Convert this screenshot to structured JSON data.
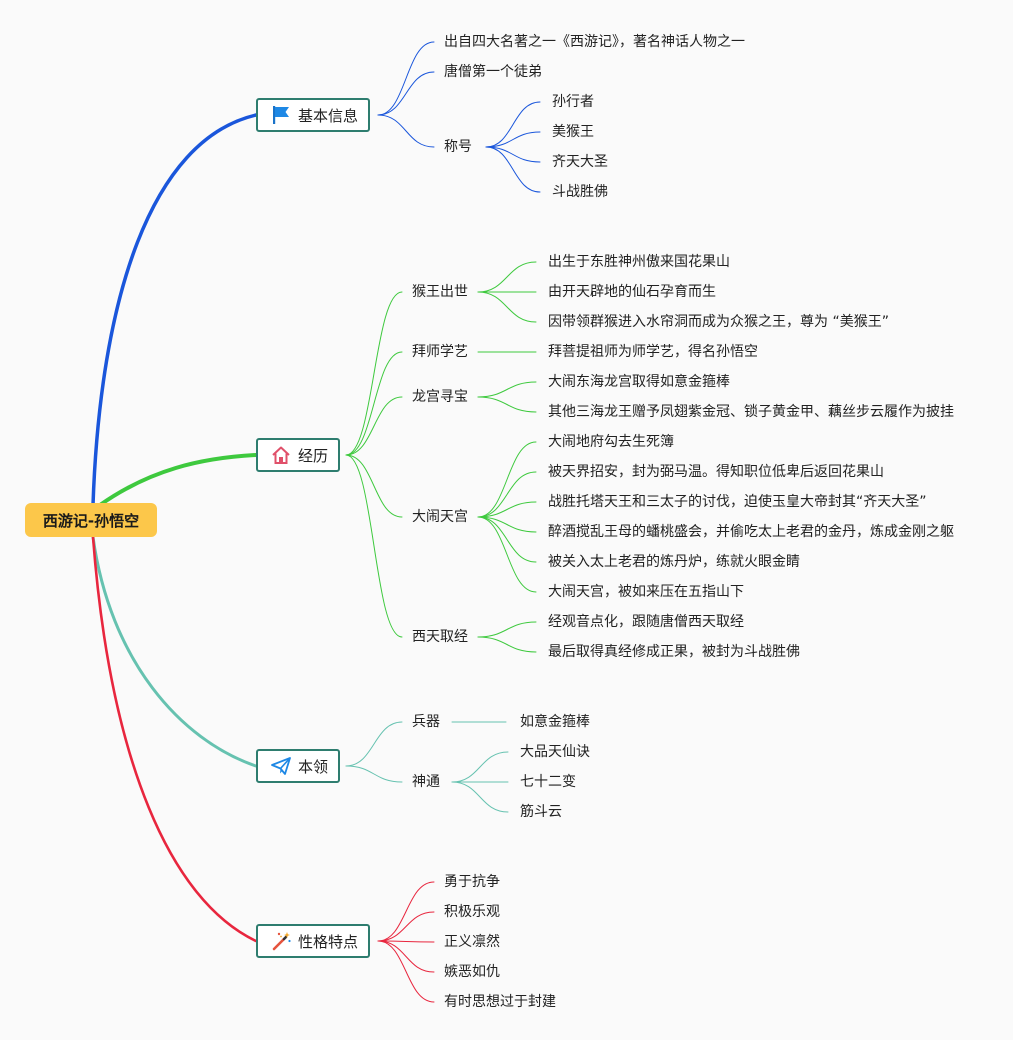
{
  "root": {
    "label": "西游记-孙悟空"
  },
  "colors": {
    "basic": "#1a56db",
    "exp": "#3ec93e",
    "skill": "#66c2b0",
    "trait": "#e8263e",
    "node_border": "#2e7d6f",
    "root_fill": "#fcc74a"
  },
  "branches": {
    "basic": {
      "label": "基本信息",
      "icon": "flag-icon",
      "items": {
        "origin": "出自四大名著之一《西游记》，著名神话人物之一",
        "disciple": "唐僧第一个徒弟",
        "titles": {
          "label": "称号",
          "items": [
            "孙行者",
            "美猴王",
            "齐天大圣",
            "斗战胜佛"
          ]
        }
      }
    },
    "exp": {
      "label": "经历",
      "icon": "house-icon",
      "groups": [
        {
          "label": "猴王出世",
          "items": [
            "出生于东胜神州傲来国花果山",
            "由开天辟地的仙石孕育而生",
            "因带领群猴进入水帘洞而成为众猴之王，尊为 “美猴王”"
          ]
        },
        {
          "label": "拜师学艺",
          "items": [
            "拜菩提祖师为师学艺，得名孙悟空"
          ]
        },
        {
          "label": "龙宫寻宝",
          "items": [
            "大闹东海龙宫取得如意金箍棒",
            "其他三海龙王赠予凤翅紫金冠、锁子黄金甲、藕丝步云履作为披挂"
          ]
        },
        {
          "label": "大闹天宫",
          "items": [
            "大闹地府勾去生死簿",
            "被天界招安，封为弼马温。得知职位低卑后返回花果山",
            "战胜托塔天王和三太子的讨伐，迫使玉皇大帝封其“齐天大圣”",
            "醉酒搅乱王母的蟠桃盛会，并偷吃太上老君的金丹，炼成金刚之躯",
            "被关入太上老君的炼丹炉，练就火眼金睛",
            "大闹天宫，被如来压在五指山下"
          ]
        },
        {
          "label": "西天取经",
          "items": [
            "经观音点化，跟随唐僧西天取经",
            "最后取得真经修成正果，被封为斗战胜佛"
          ]
        }
      ]
    },
    "skill": {
      "label": "本领",
      "icon": "paper-plane-icon",
      "groups": [
        {
          "label": "兵器",
          "items": [
            "如意金箍棒"
          ]
        },
        {
          "label": "神通",
          "items": [
            "大品天仙诀",
            "七十二变",
            "筋斗云"
          ]
        }
      ]
    },
    "trait": {
      "label": "性格特点",
      "icon": "magic-wand-icon",
      "items": [
        "勇于抗争",
        "积极乐观",
        "正义凛然",
        "嫉恶如仇",
        "有时思想过于封建"
      ]
    }
  }
}
